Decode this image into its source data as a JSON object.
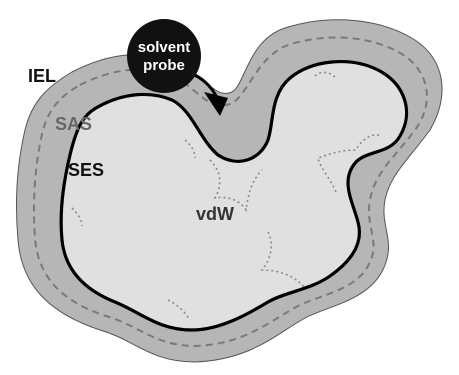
{
  "labels": {
    "iel": "IEL",
    "sas": "SAS",
    "ses": "SES",
    "vdw": "vdW",
    "probe_line1": "solvent",
    "probe_line2": "probe"
  },
  "colors": {
    "outer_band": "#b6b6b6",
    "inner_body": "#e0e0e0",
    "ses_outline": "#000000",
    "sas_dashed": "#7a7a7a",
    "vdw_dotted": "#8a8a8a",
    "probe_fill": "#111111",
    "probe_text": "#ffffff",
    "iel_text": "#111111",
    "sas_text": "#666666",
    "ses_text": "#111111",
    "vdw_text": "#333333"
  }
}
